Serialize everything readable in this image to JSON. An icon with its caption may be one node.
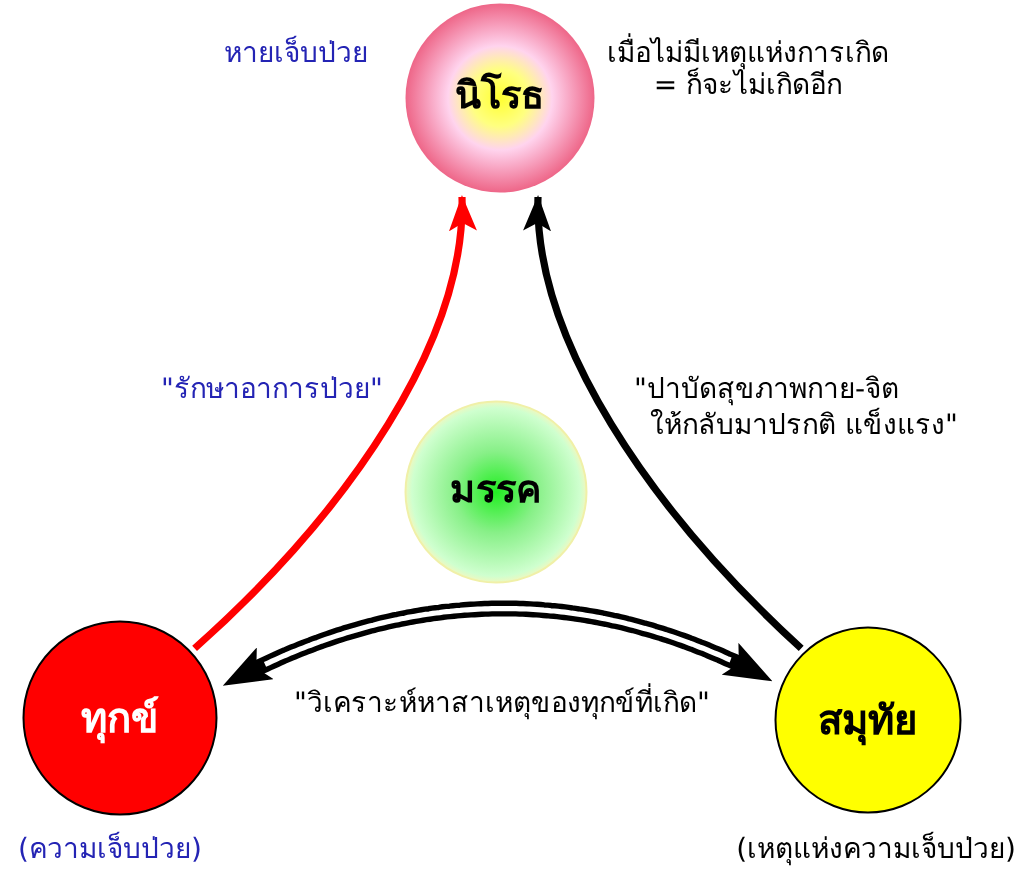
{
  "diagram": {
    "nodes": [
      {
        "text": [
          "นิโรธ"
        ],
        "beside": [
          "หายเจ็บป่วย",
          "เมื่อไม่มีเหตุแห่งการเกิด = ก็จะไม่เกิดอีก"
        ]
      },
      {
        "text": [
          "มรรค"
        ]
      },
      {
        "text": [
          "ทุกข์"
        ],
        "beside": [
          "(ความเจ็บป่วย)"
        ]
      },
      {
        "text": [
          "สมุทัย"
        ],
        "beside": [
          "(เหตุแห่งความเจ็บป่วย)"
        ]
      }
    ],
    "edges": [
      {
        "from": 2,
        "to": 0,
        "arrow": "to",
        "label": "\"รักษาอาการป่วย\"",
        "color": "#ff0000"
      },
      {
        "from": 3,
        "to": 0,
        "arrow": "to",
        "label": "\"ปาบัดสุขภาพกาย-จิต ให้กลับมาปรกติ แข็งแรง\""
      },
      {
        "from": 2,
        "to": 3,
        "arrow": "both",
        "label": "\"วิเคราะห์หาสาเหตุของทุกข์ที่เกิด\"",
        "style": "thick"
      }
    ]
  }
}
